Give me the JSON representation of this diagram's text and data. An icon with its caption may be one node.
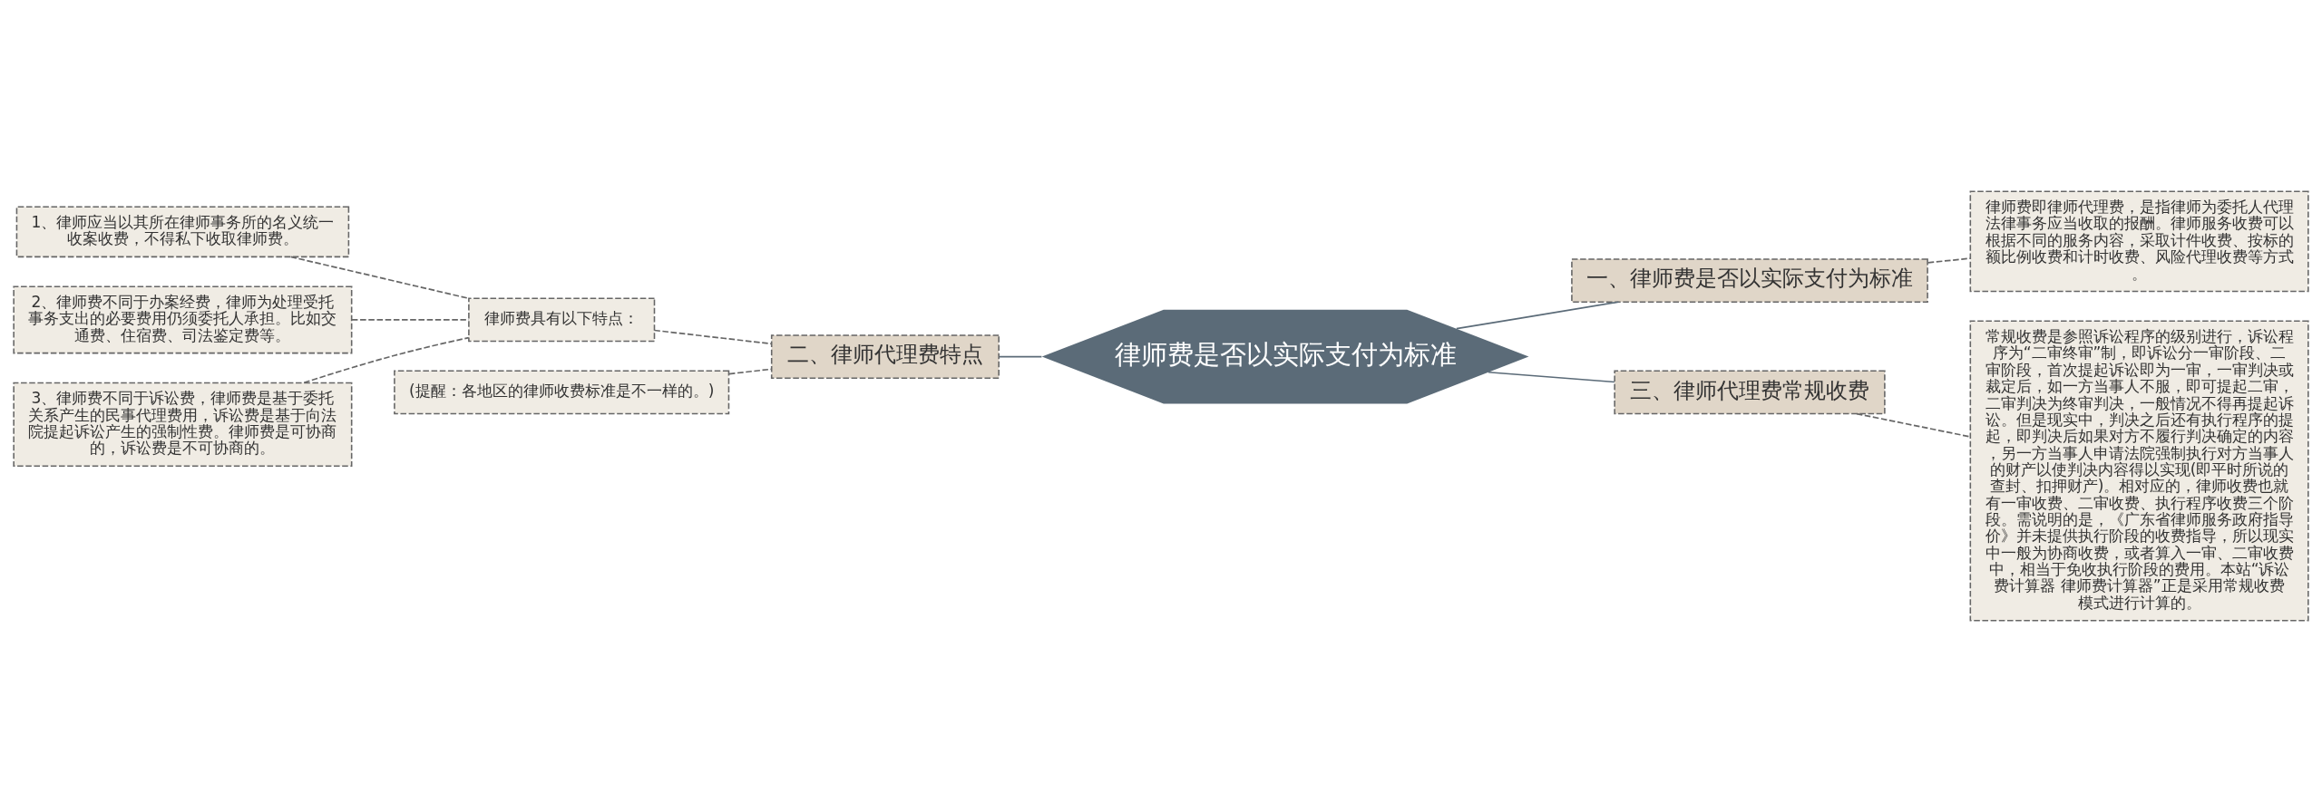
{
  "diagram": {
    "nodes": [
      {
        "text": [
          "律师费是否以实际支付为标准"
        ]
      },
      {
        "text": [
          "一、律师费是否以实际支付为标准"
        ]
      },
      {
        "text": [
          "律师费即律师代理费，是指律师为委托人代理法律事务应当收取的报酬。律师服务收费可以根据不同的服务内容，采取计件收费、按标的额比例收费和计时收费、风险代理收费等方式。"
        ]
      },
      {
        "text": [
          "二、律师代理费特点"
        ]
      },
      {
        "text": [
          "律师费具有以下特点："
        ]
      },
      {
        "text": [
          "1、律师应当以其所在律师事务所的名义统一收案收费，不得私下收取律师费。"
        ]
      },
      {
        "text": [
          "2、律师费不同于办案经费，律师为处理受托事务支出的必要费用仍须委托人承担。比如交通费、住宿费、司法鉴定费等。"
        ]
      },
      {
        "text": [
          "3、律师费不同于诉讼费，律师费是基于委托关系产生的民事代理费用，诉讼费是基于向法院提起诉讼产生的强制性费。律师费是可协商的，诉讼费是不可协商的。"
        ]
      },
      {
        "text": [
          "(提醒：各地区的律师收费标准是不一样的。)"
        ]
      },
      {
        "text": [
          "三、律师代理费常规收费"
        ]
      },
      {
        "text": [
          "常规收费是参照诉讼程序的级别进行，诉讼程序为“二审终审”制，即诉讼分一审阶段、二审阶段，首次提起诉讼即为一审，一审判决或裁定后，如一方当事人不服，即可提起二审，二审判决为终审判决，一般情况不得再提起诉讼。但是现实中，判决之后还有执行程序的提起，即判决后如果对方不履行判决确定的内容，另一方当事人申请法院强制执行对方当事人的财产以使判决内容得以实现(即平时所说的查封、扣押财产)。相对应的，律师收费也就有一审收费、二审收费、执行程序收费三个阶段。需说明的是，《广东省律师服务政府指导价》并未提供执行阶段的收费指导，所以现实中一般为协商收费，或者算入一审、二审收费中，相当于免收执行阶段的费用。本站“诉讼费计算器 律师费计算器”正是采用常规收费模式进行计算的。"
        ]
      }
    ],
    "edges": [
      {
        "from": 0,
        "to": 1,
        "arrow": "none",
        "color": "#5b6b78"
      },
      {
        "from": 1,
        "to": 2,
        "arrow": "none",
        "style": "dashed"
      },
      {
        "from": 0,
        "to": 3,
        "arrow": "none",
        "color": "#5b6b78"
      },
      {
        "from": 3,
        "to": 4,
        "arrow": "none",
        "style": "dashed"
      },
      {
        "from": 4,
        "to": 5,
        "arrow": "none",
        "style": "dashed"
      },
      {
        "from": 4,
        "to": 6,
        "arrow": "none",
        "style": "dashed"
      },
      {
        "from": 4,
        "to": 7,
        "arrow": "none",
        "style": "dashed"
      },
      {
        "from": 3,
        "to": 8,
        "arrow": "none",
        "style": "dashed"
      },
      {
        "from": 0,
        "to": 9,
        "arrow": "none",
        "color": "#5b6b78"
      },
      {
        "from": 9,
        "to": 10,
        "arrow": "none",
        "style": "dashed"
      }
    ]
  }
}
